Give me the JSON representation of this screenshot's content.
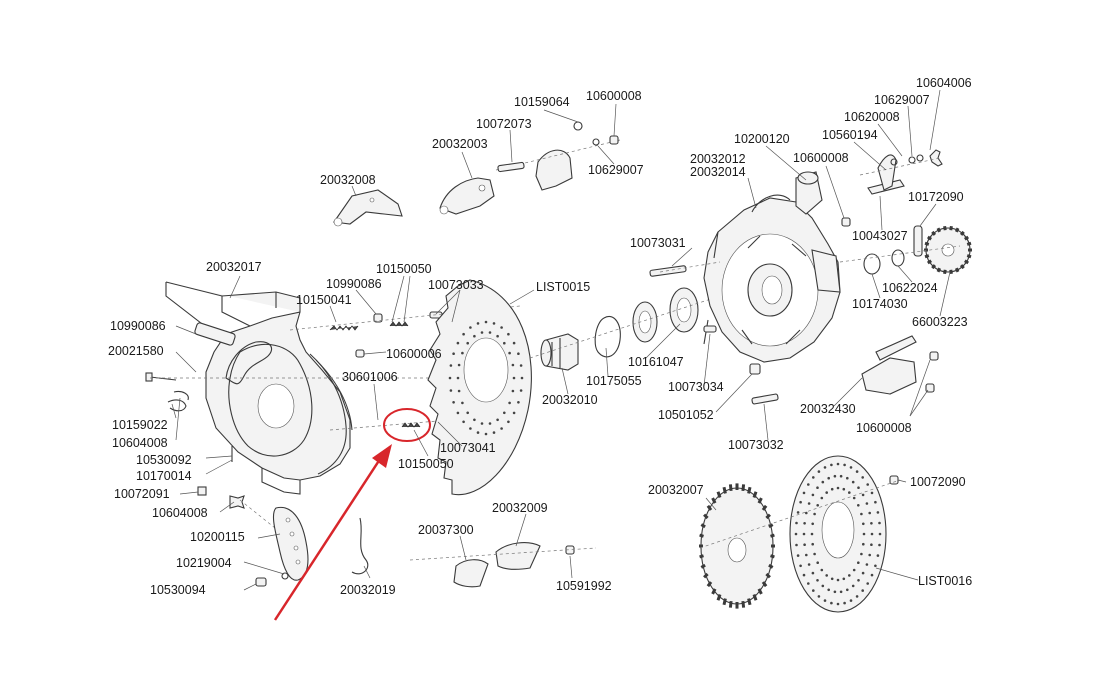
{
  "diagram": {
    "labels": [
      {
        "id": "l-10604006",
        "text": "10604006"
      },
      {
        "id": "l-10629007a",
        "text": "10629007"
      },
      {
        "id": "l-10620008",
        "text": "10620008"
      },
      {
        "id": "l-10560194",
        "text": "10560194"
      },
      {
        "id": "l-10600008a",
        "text": "10600008"
      },
      {
        "id": "l-10200120",
        "text": "10200120"
      },
      {
        "id": "l-20032012",
        "text": "20032012"
      },
      {
        "id": "l-20032014",
        "text": "20032014"
      },
      {
        "id": "l-10172090",
        "text": "10172090"
      },
      {
        "id": "l-10043027",
        "text": "10043027"
      },
      {
        "id": "l-10073031",
        "text": "10073031"
      },
      {
        "id": "l-10622024",
        "text": "10622024"
      },
      {
        "id": "l-10174030",
        "text": "10174030"
      },
      {
        "id": "l-66003223",
        "text": "66003223"
      },
      {
        "id": "l-10159064",
        "text": "10159064"
      },
      {
        "id": "l-10600008b",
        "text": "10600008"
      },
      {
        "id": "l-10072073",
        "text": "10072073"
      },
      {
        "id": "l-20032003",
        "text": "20032003"
      },
      {
        "id": "l-10629007b",
        "text": "10629007"
      },
      {
        "id": "l-20032008",
        "text": "20032008"
      },
      {
        "id": "l-20032017",
        "text": "20032017"
      },
      {
        "id": "l-10150050a",
        "text": "10150050"
      },
      {
        "id": "l-10990086a",
        "text": "10990086"
      },
      {
        "id": "l-10150041",
        "text": "10150041"
      },
      {
        "id": "l-10073033",
        "text": "10073033"
      },
      {
        "id": "l-LIST0015",
        "text": "LIST0015"
      },
      {
        "id": "l-10990086b",
        "text": "10990086"
      },
      {
        "id": "l-20021580",
        "text": "20021580"
      },
      {
        "id": "l-10600006",
        "text": "10600006"
      },
      {
        "id": "l-30601006",
        "text": "30601006"
      },
      {
        "id": "l-10161047",
        "text": "10161047"
      },
      {
        "id": "l-10175055",
        "text": "10175055"
      },
      {
        "id": "l-20032010",
        "text": "20032010"
      },
      {
        "id": "l-10073034",
        "text": "10073034"
      },
      {
        "id": "l-10501052",
        "text": "10501052"
      },
      {
        "id": "l-20032430",
        "text": "20032430"
      },
      {
        "id": "l-10600008c",
        "text": "10600008"
      },
      {
        "id": "l-10073032",
        "text": "10073032"
      },
      {
        "id": "l-10159022",
        "text": "10159022"
      },
      {
        "id": "l-10604008a",
        "text": "10604008"
      },
      {
        "id": "l-10530092",
        "text": "10530092"
      },
      {
        "id": "l-10170014",
        "text": "10170014"
      },
      {
        "id": "l-10072091",
        "text": "10072091"
      },
      {
        "id": "l-10604008b",
        "text": "10604008"
      },
      {
        "id": "l-10073041",
        "text": "10073041"
      },
      {
        "id": "l-10150050b",
        "text": "10150050"
      },
      {
        "id": "l-20032007",
        "text": "20032007"
      },
      {
        "id": "l-10072090",
        "text": "10072090"
      },
      {
        "id": "l-20032009",
        "text": "20032009"
      },
      {
        "id": "l-20037300",
        "text": "20037300"
      },
      {
        "id": "l-10200115",
        "text": "10200115"
      },
      {
        "id": "l-10219004",
        "text": "10219004"
      },
      {
        "id": "l-10530094",
        "text": "10530094"
      },
      {
        "id": "l-20032019",
        "text": "20032019"
      },
      {
        "id": "l-10591992",
        "text": "10591992"
      },
      {
        "id": "l-LIST0016",
        "text": "LIST0016"
      }
    ],
    "colors": {
      "highlight": "#d8262b",
      "ink": "#3a3a3a"
    }
  }
}
